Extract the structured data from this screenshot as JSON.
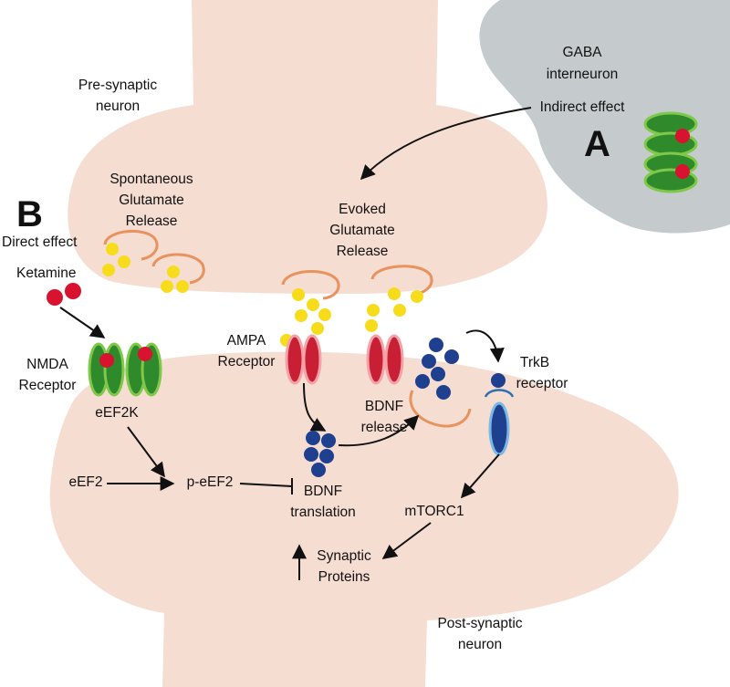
{
  "labels": {
    "gaba_line1": "GABA",
    "gaba_line2": "interneuron",
    "indirect_effect": "Indirect effect",
    "panel_a": "A",
    "panel_b": "B",
    "presynaptic_line1": "Pre-synaptic",
    "presynaptic_line2": "neuron",
    "spontaneous_line1": "Spontaneous",
    "spontaneous_line2": "Glutamate",
    "spontaneous_line3": "Release",
    "evoked_line1": "Evoked",
    "evoked_line2": "Glutamate",
    "evoked_line3": "Release",
    "direct_effect": "Direct effect",
    "ketamine": "Ketamine",
    "nmda_line1": "NMDA",
    "nmda_line2": "Receptor",
    "eef2k": "eEF2K",
    "eef2": "eEF2",
    "p_eef2": "p-eEF2",
    "ampa_line1": "AMPA",
    "ampa_line2": "Receptor",
    "bdnf_release_line1": "BDNF",
    "bdnf_release_line2": "release",
    "bdnf_translation_line1": "BDNF",
    "bdnf_translation_line2": "translation",
    "trkb_line1": "TrkB",
    "trkb_line2": "receptor",
    "mtorc1": "mTORC1",
    "synaptic_line1": "Synaptic",
    "synaptic_line2": "Proteins",
    "postsynaptic_line1": "Post-synaptic",
    "postsynaptic_line2": "neuron"
  },
  "colors": {
    "neuron": "#f6ddd2",
    "gaba": "#c5cbcd",
    "glutamate": "#f7dc1c",
    "ketamine": "#d8122f",
    "nmda": "#2f8a2c",
    "ampa": "#c81f35",
    "bdnf": "#1f3f8f",
    "trkb": "#2f6fb0",
    "vesicle": "#e8925e"
  }
}
